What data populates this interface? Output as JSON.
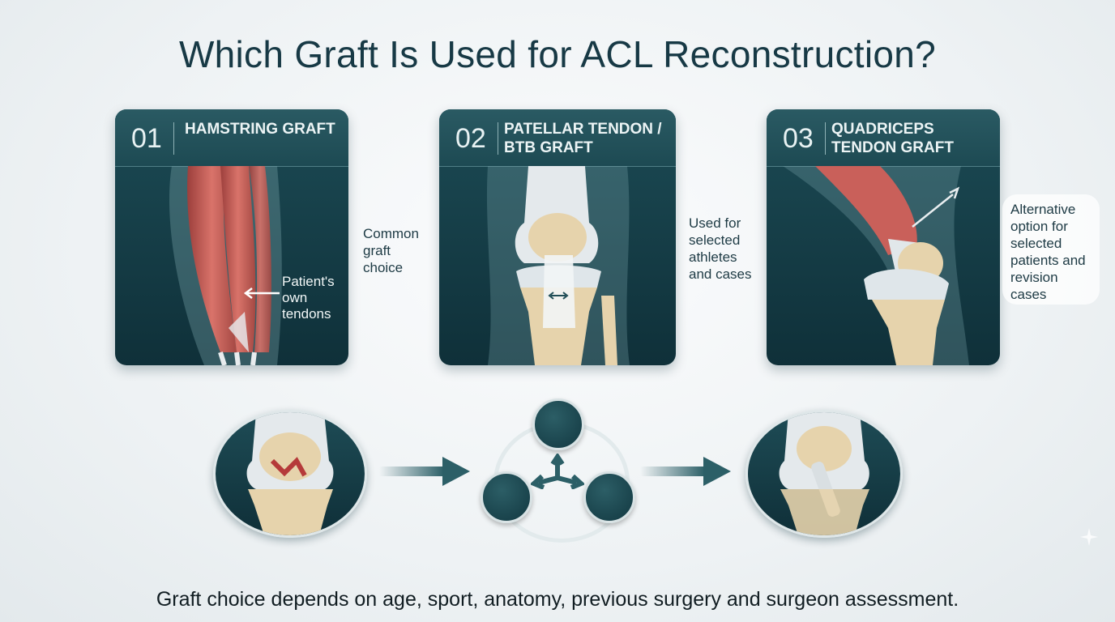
{
  "title": "Which Graft Is Used for ACL Reconstruction?",
  "cards": [
    {
      "number": "01",
      "title": "HAMSTRING GRAFT",
      "inset_label": "Patient's own tendons",
      "side_note": "Common graft choice"
    },
    {
      "number": "02",
      "title": "PATELLAR TENDON / BTB GRAFT",
      "side_note": "Used for selected athletes and cases"
    },
    {
      "number": "03",
      "title": "QUADRICEPS TENDON GRAFT",
      "side_note": "Alternative option for selected patients and revision cases"
    }
  ],
  "footer": "Graft choice depends on age, sport, anatomy, previous surgery and surgeon assessment.",
  "icons": [
    "knee-injury-icon",
    "graft-options-hub-icon",
    "reconstructed-knee-icon",
    "sparkle-icon"
  ],
  "colors": {
    "card_bg": "#1c4b55",
    "muscle": "#c9605a",
    "bone": "#e6d3ac",
    "tendon": "#dfe6ea",
    "arrow": "#2c5f67"
  }
}
